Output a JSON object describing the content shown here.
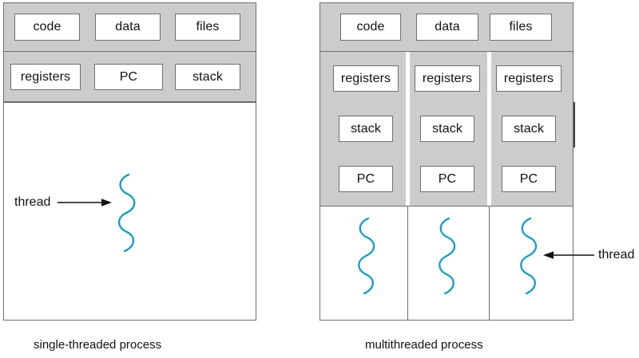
{
  "diagram": {
    "title_left": "single-threaded process",
    "title_right": "multithreaded process",
    "colors": {
      "panel_fill": "#cccccc",
      "panel_border": "#6e6e6e",
      "cell_fill": "#ffffff",
      "thread_stroke": "#1a9bc4",
      "text": "#111111",
      "arrow": "#111111"
    }
  },
  "single_threaded": {
    "caption": "single-threaded process",
    "shared_row": [
      {
        "label": "code"
      },
      {
        "label": "data"
      },
      {
        "label": "files"
      }
    ],
    "thread_row": [
      {
        "label": "registers"
      },
      {
        "label": "PC"
      },
      {
        "label": "stack"
      }
    ],
    "threads": [
      {
        "annotation": "thread",
        "arrow": "arrow-right"
      }
    ]
  },
  "multithreaded": {
    "caption": "multithreaded process",
    "shared_row": [
      {
        "label": "code"
      },
      {
        "label": "data"
      },
      {
        "label": "files"
      }
    ],
    "columns": [
      {
        "cells": [
          {
            "label": "registers"
          },
          {
            "label": "stack"
          },
          {
            "label": "PC"
          }
        ]
      },
      {
        "cells": [
          {
            "label": "registers"
          },
          {
            "label": "stack"
          },
          {
            "label": "PC"
          }
        ]
      },
      {
        "cells": [
          {
            "label": "registers"
          },
          {
            "label": "stack"
          },
          {
            "label": "PC"
          }
        ]
      }
    ],
    "threads": [
      {
        "annotation": null
      },
      {
        "annotation": null
      },
      {
        "annotation": "thread",
        "arrow": "arrow-left"
      }
    ]
  }
}
